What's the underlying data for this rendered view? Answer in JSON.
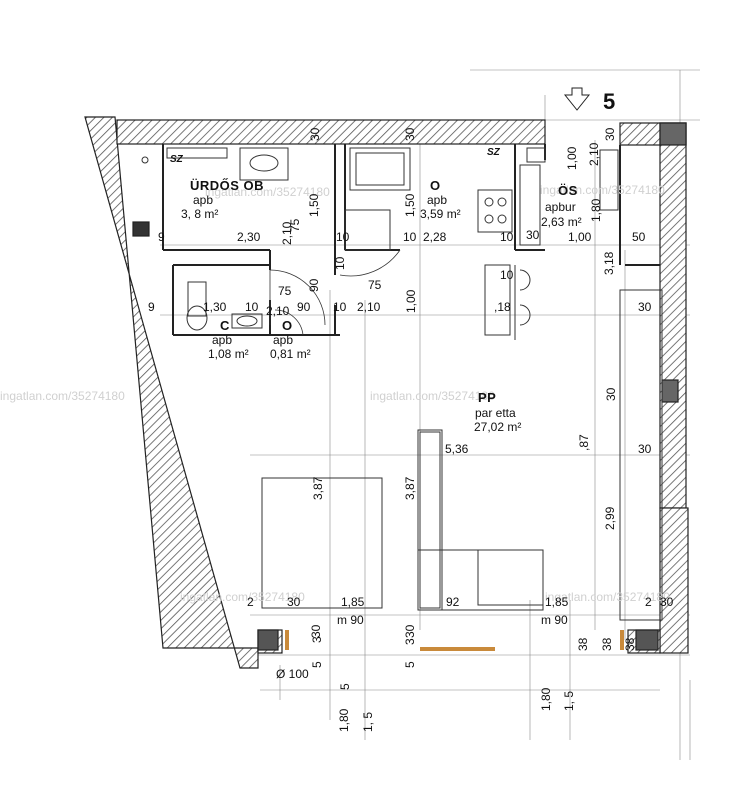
{
  "plan": {
    "marker": "5",
    "rooms": {
      "bathroom": {
        "name": "ÜRDŐS OB",
        "floor": "apb",
        "area": "3, 8 m²"
      },
      "kitchen": {
        "name": "O",
        "floor": "apb",
        "area": "3,59 m²"
      },
      "pantry": {
        "name": "ÖS",
        "floor": "apbur",
        "area": "2,63 m²"
      },
      "toilet": {
        "name": "C",
        "floor": "apb",
        "area": "1,08 m²"
      },
      "closet": {
        "name": "O",
        "floor": "apb",
        "area": "0,81 m²"
      },
      "living": {
        "name": "PP",
        "floor": "par etta",
        "area": "27,02 m²"
      }
    },
    "symbols": {
      "sz_left": "SZ",
      "sz_right": "SZ",
      "diameter": "Ø 100"
    },
    "dims": {
      "d_30a": "30",
      "d_30b": "30",
      "d_30c": "30",
      "d_100": "1,00",
      "d_210": "2,10",
      "d_180": "1,80",
      "d_9a": "9",
      "d_9b": "9",
      "d_230": "2,30",
      "d_75a": "75",
      "d_210b": "2,10",
      "d_150a": "1,50",
      "d_10a": "10",
      "d_10b": "10",
      "d_150b": "1,50",
      "d_228": "2,28",
      "d_10c": "10",
      "d_30d": "30",
      "d_100b": "1,00",
      "d_50": "50",
      "d_75b": "75",
      "d_90a": "90",
      "d_10d": "10",
      "d_75c": "75",
      "d_10e": "10",
      "d_318": "3,18",
      "d_130": "1,30",
      "d_10f": "10",
      "d_210c": "2,10",
      "d_90b": "90",
      "d_10g": "10",
      "d_210d": "2,10",
      "d_100c": "1,00",
      "d_18": ",18",
      "d_30e": "30",
      "d_30f": "30",
      "d_536": "5,36",
      "d_87": ",87",
      "d_30g": "30",
      "d_387a": "3,87",
      "d_387b": "3,87",
      "d_299": "2,99",
      "d_2a": "2",
      "d_30h": "30",
      "d_185a": "1,85",
      "d_92": "92",
      "d_185b": "1,85",
      "d_2b": "2",
      "d_30i": "30",
      "m90a": "m 90",
      "m90b": "m 90",
      "d_3a": "3",
      "d_30j": "30",
      "d_3b": "3",
      "d_30k": "30",
      "d_38a": "38",
      "d_38b": "38",
      "d_38c": "38",
      "d_5a": "5",
      "d_5b": "5",
      "d_5c": "5",
      "d_180b": "1,80",
      "d_15a": "1, 5",
      "d_180c": "1,80",
      "d_15b": "1, 5"
    },
    "watermark": "ingatlan.com/35274180"
  }
}
